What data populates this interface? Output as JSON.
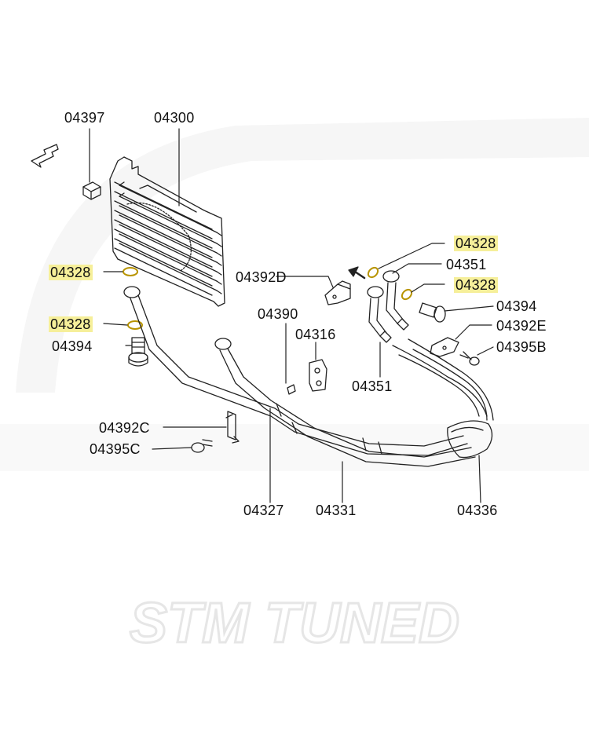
{
  "watermark": {
    "brand": "STM TUNED"
  },
  "colors": {
    "highlight": "#f6ef9a",
    "washer": "#d9b400",
    "line": "#222222",
    "watermark": "#eeeeee"
  },
  "parts": [
    {
      "id": "p04397",
      "code": "04397",
      "highlighted": false
    },
    {
      "id": "p04300",
      "code": "04300",
      "highlighted": false
    },
    {
      "id": "p04328_a",
      "code": "04328",
      "highlighted": true
    },
    {
      "id": "p04328_b",
      "code": "04328",
      "highlighted": true
    },
    {
      "id": "p04394_a",
      "code": "04394",
      "highlighted": false
    },
    {
      "id": "p04392D",
      "code": "04392D",
      "highlighted": false
    },
    {
      "id": "p04390",
      "code": "04390",
      "highlighted": false
    },
    {
      "id": "p04316",
      "code": "04316",
      "highlighted": false
    },
    {
      "id": "p04328_c",
      "code": "04328",
      "highlighted": true
    },
    {
      "id": "p04351_a",
      "code": "04351",
      "highlighted": false
    },
    {
      "id": "p04328_d",
      "code": "04328",
      "highlighted": true
    },
    {
      "id": "p04394_b",
      "code": "04394",
      "highlighted": false
    },
    {
      "id": "p04392E",
      "code": "04392E",
      "highlighted": false
    },
    {
      "id": "p04395B",
      "code": "04395B",
      "highlighted": false
    },
    {
      "id": "p04351_b",
      "code": "04351",
      "highlighted": false
    },
    {
      "id": "p04392C",
      "code": "04392C",
      "highlighted": false
    },
    {
      "id": "p04395C",
      "code": "04395C",
      "highlighted": false
    },
    {
      "id": "p04327",
      "code": "04327",
      "highlighted": false
    },
    {
      "id": "p04331",
      "code": "04331",
      "highlighted": false
    },
    {
      "id": "p04336",
      "code": "04336",
      "highlighted": false
    }
  ]
}
